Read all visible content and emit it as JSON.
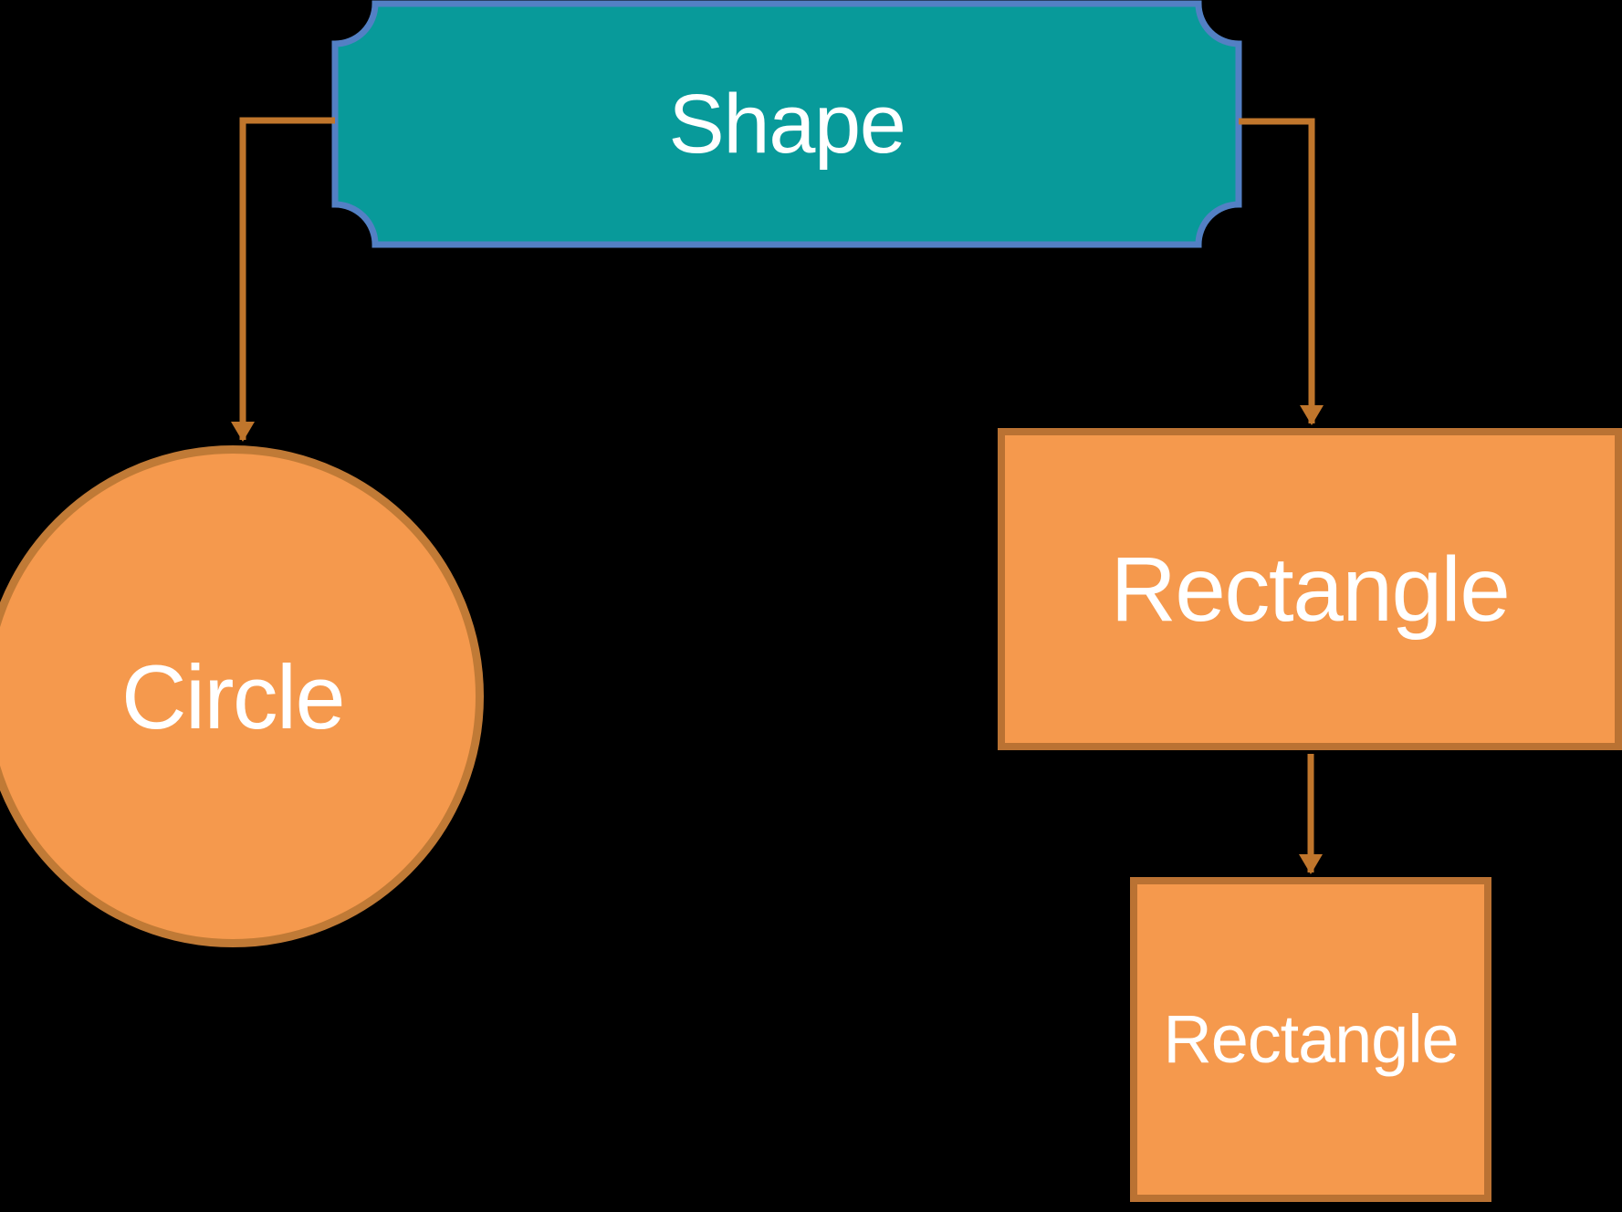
{
  "diagram": {
    "nodes": [
      {
        "id": "shape",
        "label": "Shape",
        "shape": "plaque"
      },
      {
        "id": "circle",
        "label": "Circle",
        "shape": "ellipse"
      },
      {
        "id": "rectangle",
        "label": "Rectangle",
        "shape": "rect"
      },
      {
        "id": "rectangle-2",
        "label": "Rectangle",
        "shape": "rect"
      }
    ],
    "edges": [
      {
        "from": "shape",
        "to": "circle"
      },
      {
        "from": "shape",
        "to": "rectangle"
      },
      {
        "from": "rectangle",
        "to": "rectangle-2"
      }
    ],
    "colors": {
      "background": "#000000",
      "plaque_fill": "#089A9A",
      "plaque_border": "#5380C4",
      "node_fill": "#F5994D",
      "node_border": "#BA7233",
      "circle_border": "#C07A36",
      "connector": "#C0762C",
      "text": "#FFFFFF"
    }
  }
}
